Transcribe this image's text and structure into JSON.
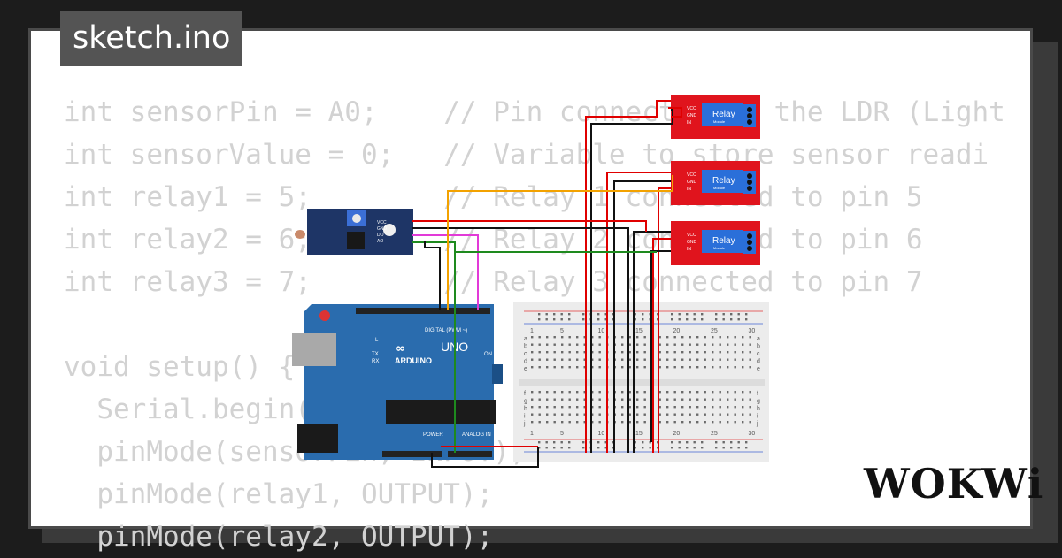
{
  "tab": {
    "title": "sketch.ino"
  },
  "code": {
    "lines": [
      "int sensorPin = A0;    // Pin connected to the LDR (Light",
      "int sensorValue = 0;   // Variable to store sensor readi",
      "int relay1 = 5;        // Relay 1 connected to pin 5",
      "int relay2 = 6;        // Relay 2 connected to pin 6",
      "int relay3 = 7;        // Relay 3 connected to pin 7",
      "",
      "void setup() {",
      "  Serial.begin(9600);",
      "  pinMode(sensorPin, INPUT);",
      "  pinMode(relay1, OUTPUT);",
      "  pinMode(relay2, OUTPUT);"
    ]
  },
  "relay": {
    "label": "Relay",
    "sub": "Module",
    "pins": [
      "VCC",
      "GND",
      "IN"
    ]
  },
  "arduino": {
    "brand": "ARDUINO",
    "model": "UNO",
    "digital": "DIGITAL (PWM ~)",
    "power": "POWER",
    "analog": "ANALOG IN",
    "on": "ON",
    "l": "L",
    "tx": "TX",
    "rx": "RX"
  },
  "ldr": {
    "pins": [
      "VCC",
      "GND",
      "DO",
      "AO"
    ]
  },
  "breadboard": {
    "numbers": [
      "1",
      "5",
      "10",
      "15",
      "20",
      "25",
      "30"
    ],
    "rows_top": [
      "a",
      "b",
      "c",
      "d",
      "e"
    ],
    "rows_bottom": [
      "f",
      "g",
      "h",
      "i",
      "j"
    ]
  },
  "logo": {
    "text": "WOKWi"
  },
  "colors": {
    "board": "#2a6cae",
    "relay": "#e0141d",
    "breadboard": "#ececec",
    "wire_red": "#e00000",
    "wire_black": "#111111",
    "wire_orange": "#f3a200",
    "wire_green": "#1e8a1e",
    "wire_magenta": "#e23ad8"
  }
}
